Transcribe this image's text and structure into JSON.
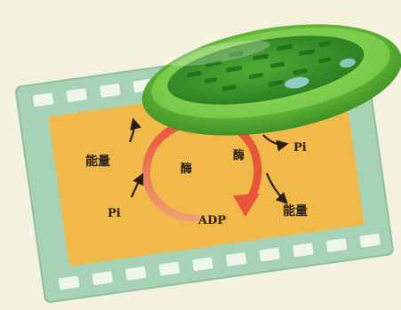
{
  "labels": {
    "energy_left": "能量",
    "pi_left": "Pi",
    "enzyme_left": "酶",
    "enzyme_right": "酶",
    "pi_right": "Pi",
    "energy_right": "能量",
    "adp": "ADP"
  },
  "colors": {
    "film_strip": "#a8d2b5",
    "film_hole": "#eef6ec",
    "panel": "#f1b84a",
    "cycle_arrow": "#e8553a",
    "chloroplast_outer": "#6cc23e",
    "chloroplast_inner": "#3d9a2a",
    "thylakoid": "#1f6e1a",
    "text_arrow": "#2a1f14"
  },
  "icons": {
    "organelle": "chloroplast-icon"
  }
}
